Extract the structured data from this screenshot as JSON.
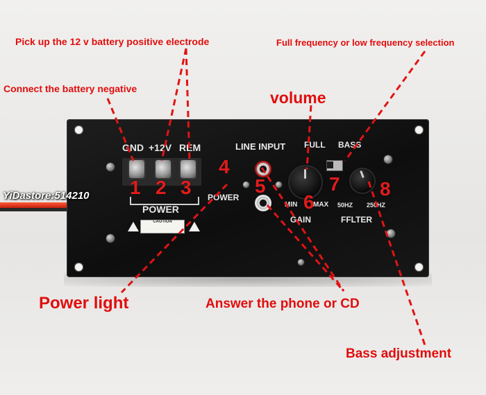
{
  "annotations": {
    "pickup_12v": "Pick up the 12 v battery positive electrode",
    "full_low_select": "Full frequency or low frequency selection",
    "connect_negative": "Connect the battery negative",
    "volume": "volume",
    "power_light": "Power light",
    "answer_phone": "Answer the phone or CD",
    "bass_adjust": "Bass adjustment"
  },
  "numbers": [
    "1",
    "2",
    "3",
    "4",
    "5",
    "6",
    "7",
    "8"
  ],
  "panel_labels": {
    "gnd": "GND",
    "v12": "+12V",
    "rem": "REM",
    "power_group": "POWER",
    "power_led": "POWER",
    "line_input": "LINE INPUT",
    "full": "FULL",
    "bass": "BASS",
    "min": "MIN",
    "max": "MAX",
    "gain": "GAIN",
    "hz50": "50HZ",
    "hz250": "250HZ",
    "filter": "FFLTER",
    "caution": "CAUTION"
  },
  "watermark": "YiDastore:514210",
  "colors": {
    "annotation_red": "#e10d0d",
    "panel": "#111111"
  }
}
